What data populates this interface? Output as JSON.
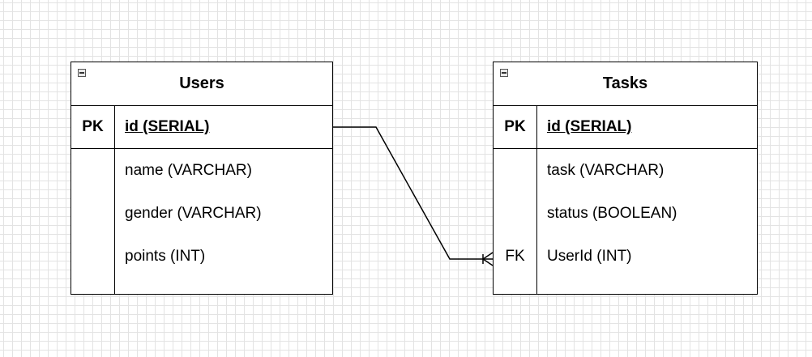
{
  "entities": {
    "users": {
      "title": "Users",
      "pk": {
        "key": "PK",
        "field": "id (SERIAL)"
      },
      "fields": [
        {
          "key": "",
          "field": "name (VARCHAR)"
        },
        {
          "key": "",
          "field": "gender (VARCHAR)"
        },
        {
          "key": "",
          "field": "points (INT)"
        }
      ]
    },
    "tasks": {
      "title": "Tasks",
      "pk": {
        "key": "PK",
        "field": "id (SERIAL)"
      },
      "fields": [
        {
          "key": "",
          "field": "task (VARCHAR)"
        },
        {
          "key": "",
          "field": "status (BOOLEAN)"
        },
        {
          "key": "FK",
          "field": "UserId (INT)"
        }
      ]
    }
  },
  "relationship": {
    "from_entity": "Users",
    "from_field": "id (SERIAL)",
    "to_entity": "Tasks",
    "to_field": "UserId (INT)",
    "cardinality_end": "one-or-many"
  },
  "colors": {
    "grid": "#e3e3e3",
    "stroke": "#000000",
    "background": "#ffffff"
  }
}
